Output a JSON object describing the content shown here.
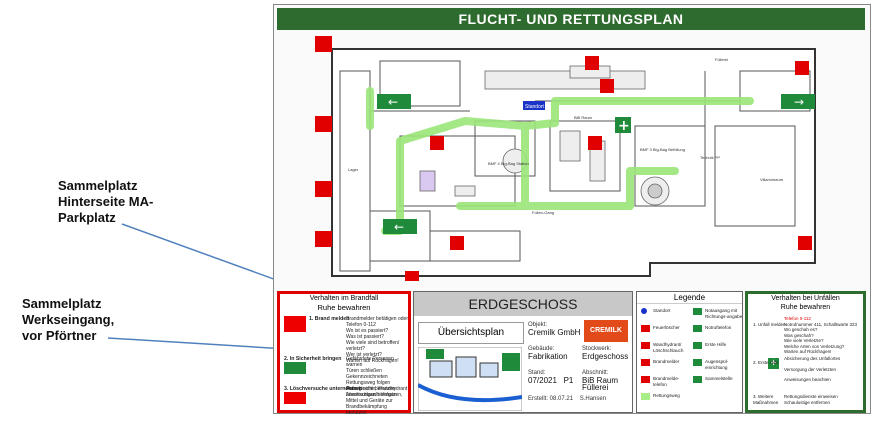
{
  "callouts": {
    "sammelplatz_1": "Sammelplatz\nHinterseite MA-\nParkplatz",
    "sammelplatz_2": "Sammelplatz\nWerkseingang,\nvor Pförtner"
  },
  "plan": {
    "title": "FLUCHT- UND RETTUNGSPLAN",
    "standort_label": "Standort",
    "room_labels": {
      "bib_raum": "BiB Raum",
      "bmf4": "BMF 4\nBig-Bag\nStation",
      "bmf3": "BMF 3\nBig-Bag\nBefüllung",
      "fullerei": "Füllerei",
      "foliengang": "Folien-Gang",
      "villaminraum": "Villaminraum",
      "lager": "Lager",
      "technik": "Technik PP"
    }
  },
  "fire_panel": {
    "title": "Verhalten im Brandfall",
    "subtitle": "Ruhe bewahren",
    "steps": [
      {
        "label": "1. Brand melden",
        "lines": [
          "Brandmelder betätigen oder Telefon 0-112",
          "Wo ist es passiert?",
          "Was ist passiert?",
          "Wie viele sind betroffen/ verletzt?",
          "Wer ist verletzt?",
          "Warten auf Rückfragen!"
        ]
      },
      {
        "label": "2. In Sicherheit bringen",
        "lines": [
          "Gefährdete Personen warnen",
          "Türen schließen",
          "Gekennzeichneten Rettungsweg folgen",
          "Aufzug nicht benutzen",
          "Anweisungen befolgen"
        ]
      },
      {
        "label": "3. Löschversuche unternehmen",
        "lines": [
          "Feuerlöscher, Wandhydrant",
          "Löschschlauch benutzen,",
          "Mittel und Geräte zur",
          "Brandbekämpfung benutzen"
        ]
      }
    ]
  },
  "overview_panel": {
    "floor": "ERDGESCHOSS",
    "overview_label": "Übersichtsplan",
    "objekt_label": "Objekt:",
    "objekt_value": "Cremilk GmbH",
    "logo_text": "CREMILK",
    "gebaeude_label": "Gebäude:",
    "gebaeude_value": "Fabrikation",
    "stockwerk_label": "Stockwerk:",
    "stockwerk_value": "Erdgeschoss",
    "stand_label": "Stand:",
    "stand_value": "07/2021",
    "plan_no": "P1",
    "abschnitt_label": "Abschnitt:",
    "abschnitt_value1": "BiB Raum",
    "abschnitt_value2": "Füllerei",
    "erstellt": "Erstellt: 08.07.21",
    "author": "S.Hansen"
  },
  "legend_panel": {
    "title": "Legende",
    "items": [
      {
        "text": "Standort",
        "color": "#1a32c8"
      },
      {
        "text": "Notausgang mit Richtungs-angabe",
        "color": "#1f8a3a"
      },
      {
        "text": "Feuerlöscher",
        "color": "#e00000"
      },
      {
        "text": "Notruftelefon",
        "color": "#1f8a3a"
      },
      {
        "text": "Wandhydrant/ Löschschlauch",
        "color": "#e00000"
      },
      {
        "text": "Erste Hilfe",
        "color": "#1f8a3a"
      },
      {
        "text": "Brandmelder",
        "color": "#e00000"
      },
      {
        "text": "Augenspül-einrichtung",
        "color": "#1f8a3a"
      },
      {
        "text": "Brandmelde-telefon",
        "color": "#e00000"
      },
      {
        "text": "Sammelstelle",
        "color": "#1f8a3a"
      },
      {
        "text": "Rettungsweg",
        "color": "#a8ef8a"
      }
    ]
  },
  "accident_panel": {
    "title": "Verhalten bei Unfällen",
    "subtitle": "Ruhe bewahren",
    "steps": [
      {
        "label": "1. Unfall melden",
        "desc": [
          "Telefon 0-112",
          "Notrufnummer 411, Schalltwarte 323",
          "Wo geschah es?",
          "Was geschah?",
          "Wie viele Verletzte?",
          "Welche Arten von Verletzung?",
          "Warten auf Rückfragen!"
        ]
      },
      {
        "label": "2. Erste Hilfe",
        "desc": [
          "Absicherung des Unfallortes",
          "Versorgung der Verletzten",
          "Anweisungen beachten"
        ]
      },
      {
        "label": "3. Weitere Maßnahmen",
        "desc": [
          "Rettungsdienste einweisen",
          "Schaulustige entfernen"
        ]
      }
    ]
  }
}
